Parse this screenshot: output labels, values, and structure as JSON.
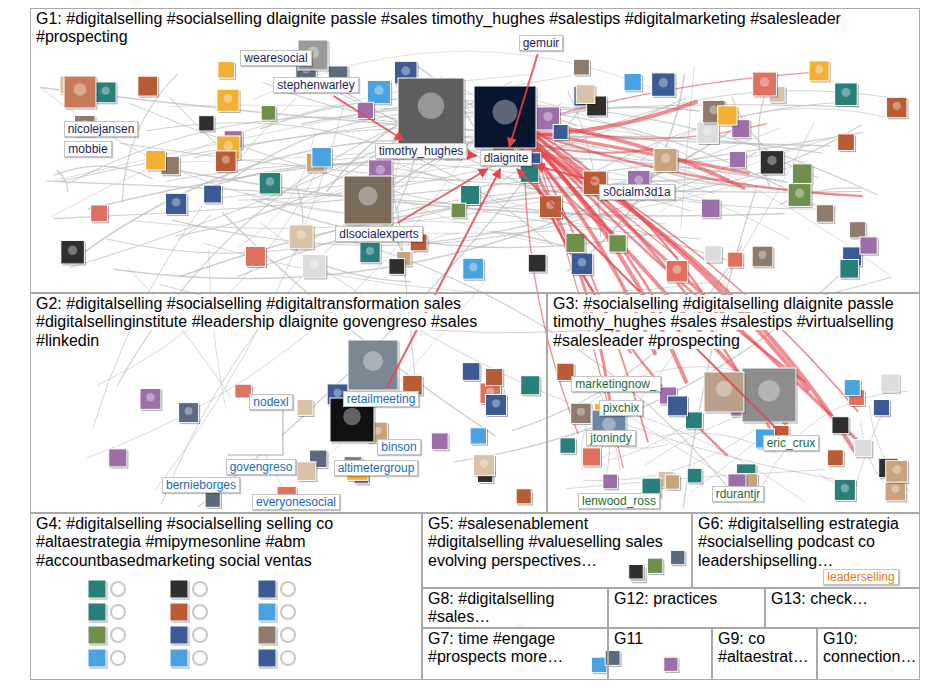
{
  "diagram": {
    "nodes": [
      {
        "text": [
          "G1: #digitalselling #socialselling dlaignite passle #sales timothy_hughes #salestips #digitalmarketing #salesleader #prospecting"
        ]
      },
      {
        "text": [
          "wearesocial"
        ],
        "in": 0
      },
      {
        "text": [
          "gemuir"
        ],
        "in": 0
      },
      {
        "text": [
          "stephenwarley"
        ],
        "in": 0
      },
      {
        "text": [
          "nicolejansen"
        ],
        "in": 0
      },
      {
        "text": [
          "mobbie"
        ],
        "in": 0
      },
      {
        "text": [
          "timothy_hughes"
        ],
        "in": 0
      },
      {
        "text": [
          "dlaignite"
        ],
        "in": 0
      },
      {
        "text": [
          "s0cialm3d1a"
        ],
        "in": 0
      },
      {
        "text": [
          "dlsocialexperts"
        ],
        "in": 0
      },
      {
        "text": [
          "G2: #digitalselling #socialselling #digitaltransformation sales #digitalsellinginstitute #leadership dlaignite govengreso #sales #linkedin"
        ]
      },
      {
        "text": [
          "nodexl"
        ],
        "in": 10
      },
      {
        "text": [
          "retailmeeting"
        ],
        "in": 10
      },
      {
        "text": [
          "binson"
        ],
        "in": 10
      },
      {
        "text": [
          "altimetergroup"
        ],
        "in": 10
      },
      {
        "text": [
          "govengreso"
        ],
        "in": 10
      },
      {
        "text": [
          "bernieborges"
        ],
        "in": 10
      },
      {
        "text": [
          "everyonesocial"
        ],
        "in": 10
      },
      {
        "text": [
          "G3: #socialselling #digitalselling dlaignite passle timothy_hughes #sales #salestips #virtualselling #salesleader #prospecting"
        ]
      },
      {
        "text": [
          "marketingnow_"
        ],
        "in": 18
      },
      {
        "text": [
          "pixchix"
        ],
        "in": 18
      },
      {
        "text": [
          "jtonindy"
        ],
        "in": 18
      },
      {
        "text": [
          "eric_crux"
        ],
        "in": 18
      },
      {
        "text": [
          "rdurantjr"
        ],
        "in": 18
      },
      {
        "text": [
          "lenwood_ross"
        ],
        "in": 18
      },
      {
        "text": [
          "G4: #digitalselling #socialselling selling co #altaestrategia #mipymesonline #abm #accountbasedmarketing social ventas"
        ]
      },
      {
        "text": [
          "G5: #salesenablement #digitalselling #valueselling sales evolving perspectives…"
        ]
      },
      {
        "text": [
          "G6: #digitalselling estrategia #socialselling podcast co leadershipselling…"
        ]
      },
      {
        "text": [
          "leaderselling"
        ],
        "in": 27
      },
      {
        "text": [
          "G8: #digitalselling #sales…"
        ]
      },
      {
        "text": [
          "G12: practices"
        ]
      },
      {
        "text": [
          "G13: check…"
        ]
      },
      {
        "text": [
          "G7: time #engage #prospects more…"
        ]
      },
      {
        "text": [
          "G11"
        ]
      },
      {
        "text": [
          "G9: co #altaestrat…"
        ]
      },
      {
        "text": [
          "G10: connection…"
        ]
      }
    ],
    "edges": [
      {
        "from": 6,
        "to": 7,
        "arrow": "to"
      },
      {
        "from": 8,
        "to": 7,
        "arrow": "to"
      },
      {
        "from": 9,
        "to": 7,
        "arrow": "to"
      },
      {
        "from": 3,
        "to": 6,
        "arrow": "to"
      },
      {
        "from": 2,
        "to": 7,
        "arrow": "to"
      },
      {
        "from": 12,
        "to": 7,
        "arrow": "to"
      },
      {
        "from": 22,
        "to": 7,
        "arrow": "to"
      }
    ]
  }
}
